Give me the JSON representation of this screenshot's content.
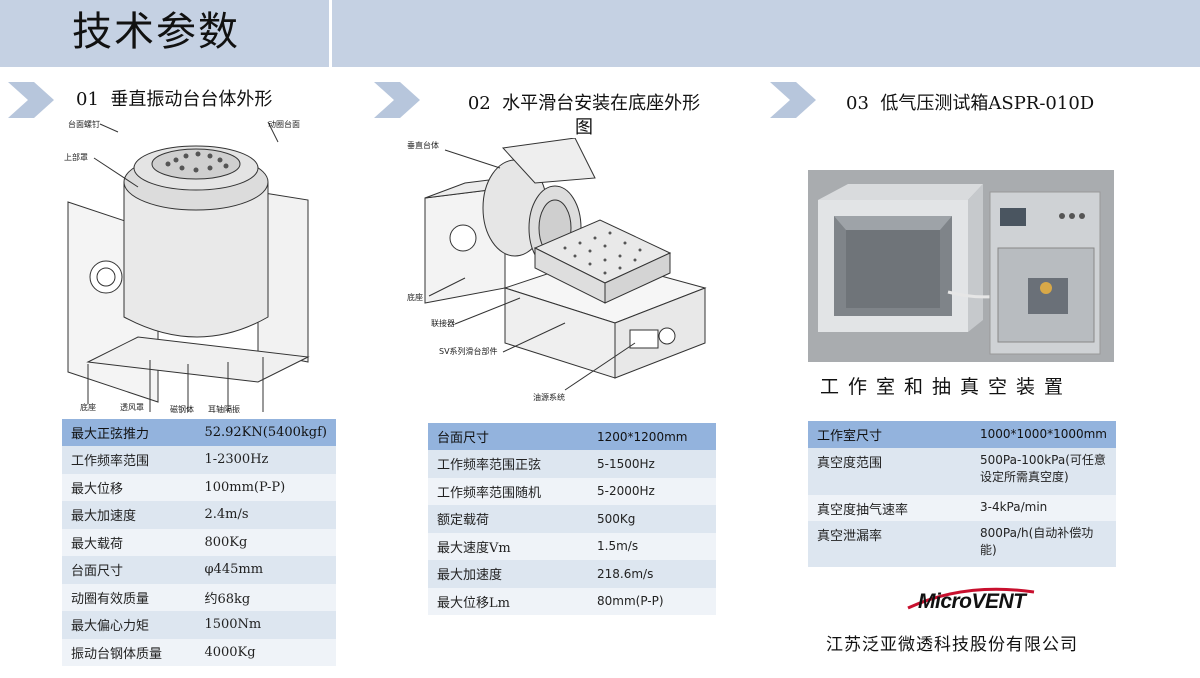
{
  "header": {
    "title": "技术参数"
  },
  "sections": [
    {
      "number": "01",
      "title": "垂直振动台台体外形",
      "callouts": [
        "台面螺钉",
        "动圈台面",
        "上部罩",
        "底座",
        "透风罩",
        "磁钢体",
        "耳轴隔振"
      ],
      "table": {
        "header": [
          "最大正弦推力",
          "52.92KN(5400kgf)"
        ],
        "rows": [
          [
            "工作频率范围",
            "1-2300Hz"
          ],
          [
            "最大位移",
            "100mm(P-P)"
          ],
          [
            "最大加速度",
            "2.4m/s"
          ],
          [
            "最大载荷",
            "800Kg"
          ],
          [
            "台面尺寸",
            "φ445mm"
          ],
          [
            "动圈有效质量",
            "约68kg"
          ],
          [
            "最大偏心力矩",
            "1500Nm"
          ],
          [
            "振动台钢体质量",
            "4000Kg"
          ]
        ]
      }
    },
    {
      "number": "02",
      "title_line1": "水平滑台安装在底座外形",
      "title_line2": "图",
      "callouts": [
        "垂直台体",
        "底座",
        "联接器",
        "SV系列滑台部件",
        "油源系统"
      ],
      "table": {
        "header": [
          "台面尺寸",
          "1200*1200mm"
        ],
        "rows": [
          [
            "工作频率范围正弦",
            "5-1500Hz"
          ],
          [
            "工作频率范围随机",
            "5-2000Hz"
          ],
          [
            "额定载荷",
            "500Kg"
          ],
          [
            "最大速度Vm",
            "1.5m/s"
          ],
          [
            "最大加速度",
            "218.6m/s"
          ],
          [
            "最大位移Lm",
            "80mm(P-P)"
          ]
        ]
      }
    },
    {
      "number": "03",
      "title": "低气压测试箱ASPR-010D",
      "caption": "工作室和抽真空装置",
      "table": {
        "header": [
          "工作室尺寸",
          "1000*1000*1000mm"
        ],
        "rows": [
          [
            "真空度范围",
            "500Pa-100kPa(可任意设定所需真空度)"
          ],
          [
            "真空度抽气速率",
            "3-4kPa/min"
          ],
          [
            "真空泄漏率",
            "800Pa/h(自动补偿功能)"
          ]
        ]
      }
    }
  ],
  "footer": {
    "brand": "MicroVENT",
    "company": "江苏泛亚微透科技股份有限公司"
  },
  "colors": {
    "header_band": "#c5d1e3",
    "table_header": "#93b3dd",
    "row_odd": "#dde6f0",
    "row_even": "#eff3f8",
    "chevron": "#b7c6dc",
    "brand_red": "#c8102e"
  }
}
